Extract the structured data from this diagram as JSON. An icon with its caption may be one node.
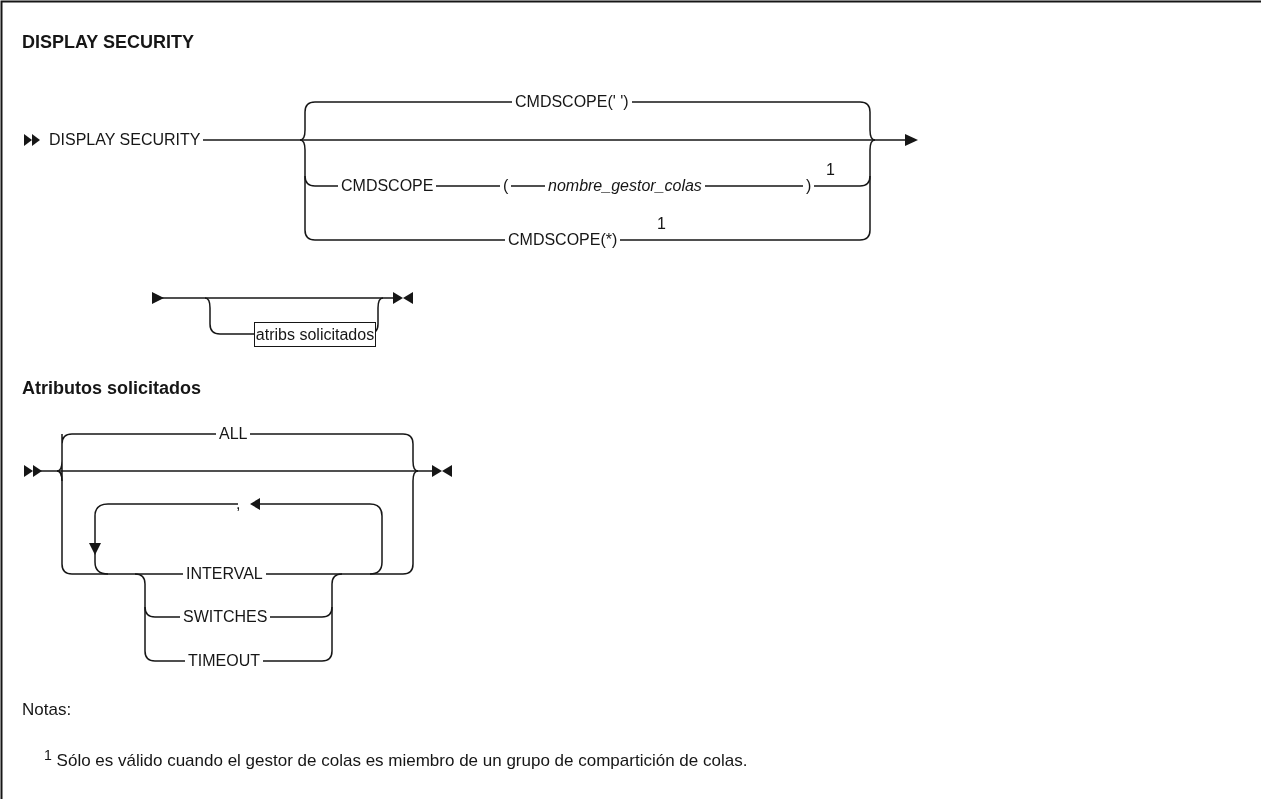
{
  "diagram": {
    "title": "DISPLAY SECURITY",
    "nodes": [
      {
        "text": [
          "atribs solicitados"
        ]
      }
    ],
    "labels": [
      "DISPLAY SECURITY",
      "CMDSCOPE(' ')",
      "CMDSCOPE",
      "(",
      "nombre_gestor_colas",
      ")",
      "1",
      "CMDSCOPE(*)",
      "1",
      "Atributos solicitados",
      "ALL",
      ",",
      "INTERVAL",
      "SWITCHES",
      "TIMEOUT",
      "Notas:",
      "$^{1}$ Sólo es válido cuando el gestor de colas es miembro de un grupo de compartición de colas."
    ]
  }
}
